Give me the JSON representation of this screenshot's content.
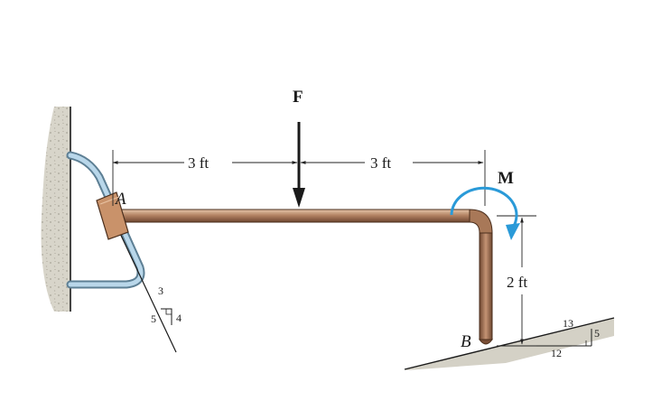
{
  "labels": {
    "force": "F",
    "moment": "M",
    "point_a": "A",
    "point_b": "B"
  },
  "dimensions": {
    "left_span": "3 ft",
    "right_span": "3 ft",
    "vertical_leg": "2 ft"
  },
  "slope_a": {
    "rise": "3",
    "hyp": "5",
    "run": "4"
  },
  "slope_b": {
    "hyp": "13",
    "rise": "5",
    "run": "12"
  },
  "colors": {
    "pipe": "#a87858",
    "pipe_dark": "#5c3a26",
    "guide_rod": "#8fb7cf",
    "moment_arrow": "#2a9ad8",
    "ground": "#d4d1c6"
  }
}
